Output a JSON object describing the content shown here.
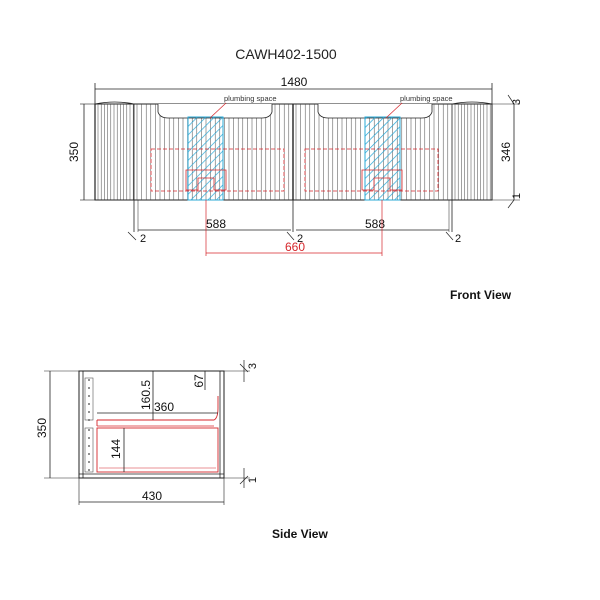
{
  "title": "CAWH402-1500",
  "front_view": {
    "label": "Front View",
    "overall_width": "1480",
    "height_left": "350",
    "height_right": "346",
    "top_gap": "3",
    "bottom_gap": "1",
    "side_gap_left": "2",
    "side_gap_mid": "2",
    "side_gap_right": "2",
    "drawer_width_left": "588",
    "drawer_width_right": "588",
    "basin_centers": "660",
    "plumbing_left": "plumbing space",
    "plumbing_right": "plumbing space"
  },
  "side_view": {
    "label": "Side View",
    "height": "350",
    "depth": "430",
    "top_gap": "3",
    "bottom_gap": "1",
    "dim_160_5": "160.5",
    "dim_360": "360",
    "dim_67": "67",
    "dim_144": "144"
  },
  "colors": {
    "line": "#222222",
    "red": "#d6262b",
    "blue": "#29a8d6"
  }
}
